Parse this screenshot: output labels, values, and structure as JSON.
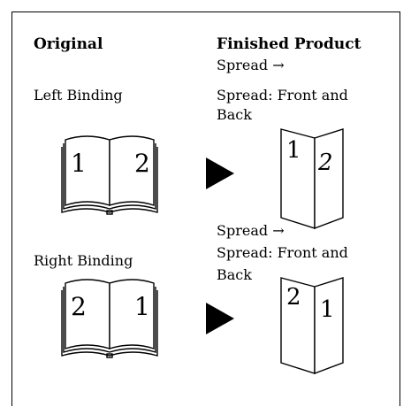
{
  "headers": {
    "original": "Original",
    "finished": "Finished Product"
  },
  "left_binding": {
    "label": "Left Binding",
    "result_line1": "Spread →",
    "result_line2": "Spread: Front and",
    "result_line3": "Back",
    "original_pages": [
      "1",
      "2"
    ],
    "finished_pages": [
      "1",
      "2"
    ]
  },
  "right_binding": {
    "label": "Right Binding",
    "result_line1": "Spread →",
    "result_line2": "Spread: Front and",
    "result_line3": "Back",
    "original_pages": [
      "2",
      "1"
    ],
    "finished_pages": [
      "2",
      "1"
    ]
  }
}
